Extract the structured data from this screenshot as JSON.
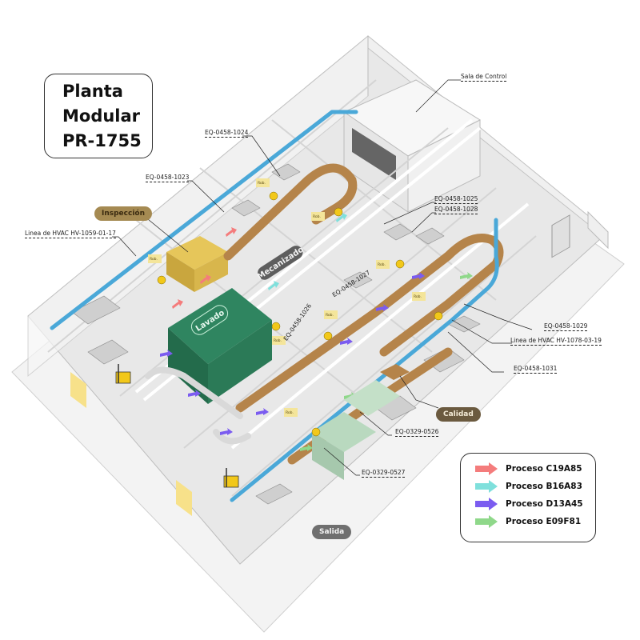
{
  "title": {
    "line1": "Planta",
    "line2": "Modular",
    "line3": "PR-1755"
  },
  "zones": {
    "inspeccion": "Inspección",
    "calidad": "Calidad",
    "salida": "Salida",
    "lavado": "Lavado",
    "mecanizado": "Mecanizado"
  },
  "callouts": {
    "sala_control": "Sala de Control",
    "eq_1024": "EQ-0458-1024",
    "eq_1023": "EQ-0458-1023",
    "hvac_1059": "Linea de HVAC HV-1059-01-17",
    "eq_1025": "EQ-0458-1025",
    "eq_1028": "EQ-0458-1028",
    "eq_1027": "EQ-0458-1027",
    "eq_1026": "EQ-0458-1026",
    "eq_1029": "EQ-0458-1029",
    "hvac_1078": "Linea de HVAC HV-1078-03-19",
    "eq_1031": "EQ-0458-1031",
    "eq_0526": "EQ-0329-0526",
    "eq_0527": "EQ-0329-0527"
  },
  "legend": {
    "items": [
      {
        "label": "Proceso C19A85",
        "color": "#f47c7c"
      },
      {
        "label": "Proceso B16A83",
        "color": "#7fe0dc"
      },
      {
        "label": "Proceso D13A45",
        "color": "#7b5cf0"
      },
      {
        "label": "Proceso E09F81",
        "color": "#8fd88a"
      }
    ]
  },
  "colors": {
    "hvac_duct": "#4aa8d8",
    "conveyor": "#b5844a",
    "lavado_zone": "#2e7d5b",
    "inspeccion_block": "#d9b84a",
    "robot": "#f2c81a",
    "floor": "#e9e9e9"
  }
}
